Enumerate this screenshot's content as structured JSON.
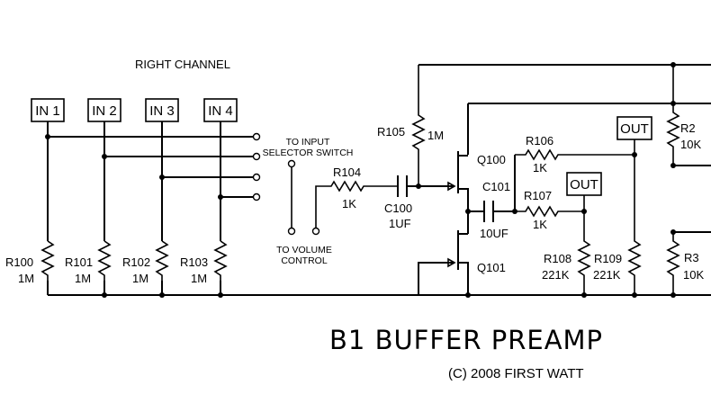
{
  "header": {
    "channel": "RIGHT CHANNEL"
  },
  "inputs": [
    "IN 1",
    "IN 2",
    "IN 3",
    "IN 4"
  ],
  "notes": {
    "selector_line1": "TO INPUT",
    "selector_line2": "SELECTOR SWITCH",
    "volume_line1": "TO VOLUME",
    "volume_line2": "CONTROL"
  },
  "components": {
    "r100": {
      "ref": "R100",
      "value": "1M"
    },
    "r101": {
      "ref": "R101",
      "value": "1M"
    },
    "r102": {
      "ref": "R102",
      "value": "1M"
    },
    "r103": {
      "ref": "R103",
      "value": "1M"
    },
    "r104": {
      "ref": "R104",
      "value": "1K"
    },
    "c100": {
      "ref": "C100",
      "value": "1UF"
    },
    "r105": {
      "ref": "R105",
      "value": "1M"
    },
    "q100": {
      "ref": "Q100"
    },
    "q101": {
      "ref": "Q101"
    },
    "c101": {
      "ref": "C101",
      "value": "10UF"
    },
    "r106": {
      "ref": "R106",
      "value": "1K"
    },
    "r107": {
      "ref": "R107",
      "value": "1K"
    },
    "r108": {
      "ref": "R108",
      "value": "221K"
    },
    "r109": {
      "ref": "R109",
      "value": "221K"
    },
    "r2": {
      "ref": "R2",
      "value": "10K"
    },
    "r3": {
      "ref": "R3",
      "value": "10K"
    }
  },
  "outputs": [
    "OUT",
    "OUT"
  ],
  "footer": {
    "title": "B1 BUFFER PREAMP",
    "copyright": "(C) 2008 FIRST WATT"
  }
}
